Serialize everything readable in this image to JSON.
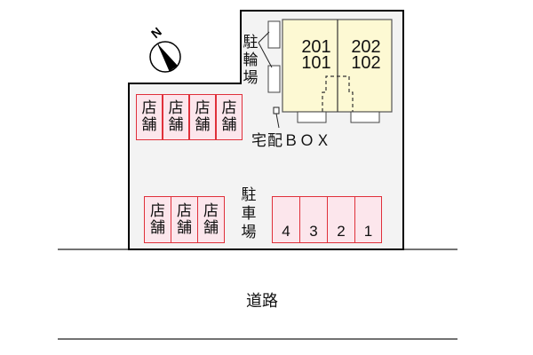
{
  "compass": {
    "label": "N",
    "icon": "north-arrow-icon"
  },
  "colors": {
    "lot_fill": "#f3f3f3",
    "lot_border": "#000000",
    "building_fill": "#fdf9d3",
    "store_fill": "#fce6ec",
    "store_border": "#e0303a"
  },
  "building": {
    "units": [
      {
        "upper": "201",
        "lower": "101"
      },
      {
        "upper": "202",
        "lower": "102"
      }
    ]
  },
  "bicycle_parking": {
    "label_chars": [
      "駐",
      "輪",
      "場"
    ]
  },
  "delivery_box": {
    "label": "宅配ＢＯＸ"
  },
  "stores_top": [
    {
      "line1": "店",
      "line2": "舗"
    },
    {
      "line1": "店",
      "line2": "舗"
    },
    {
      "line1": "店",
      "line2": "舗"
    },
    {
      "line1": "店",
      "line2": "舗"
    }
  ],
  "stores_bottom": [
    {
      "line1": "店",
      "line2": "舗"
    },
    {
      "line1": "店",
      "line2": "舗"
    },
    {
      "line1": "店",
      "line2": "舗"
    }
  ],
  "car_parking": {
    "label_chars": [
      "駐",
      "車",
      "場"
    ],
    "spaces": [
      "4",
      "3",
      "2",
      "1"
    ]
  },
  "road": {
    "label": "道路"
  }
}
